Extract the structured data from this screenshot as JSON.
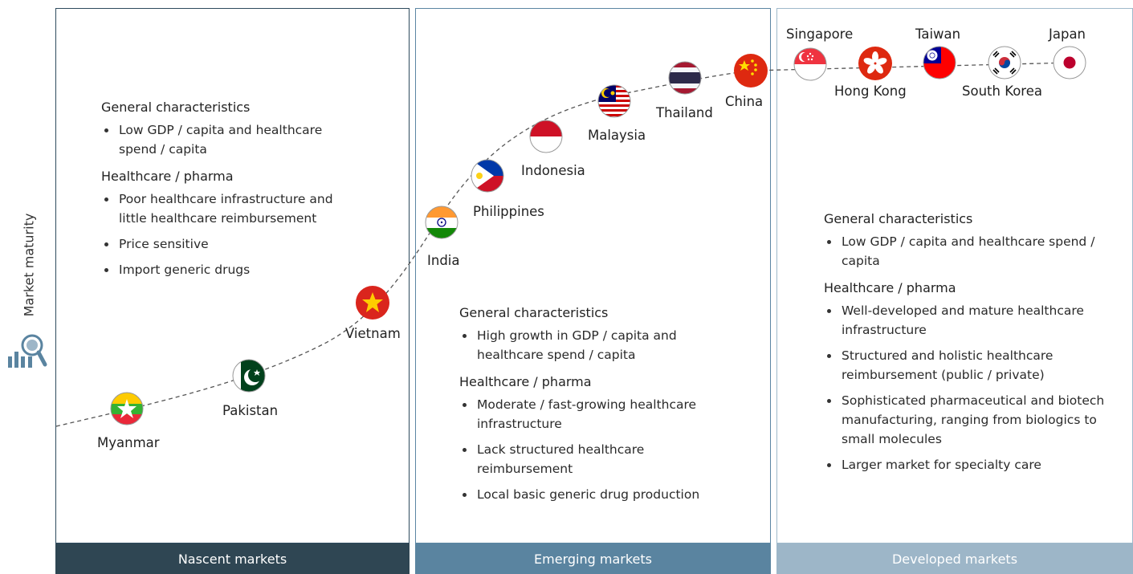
{
  "y_axis_label": "Market maturity",
  "maturity_icon": "magnifier-chart-icon",
  "panels": [
    {
      "footer": "Nascent markets",
      "general_heading": "General characteristics",
      "general_items": [
        "Low GDP / capita and healthcare spend / capita"
      ],
      "pharma_heading": "Healthcare / pharma",
      "pharma_items": [
        "Poor healthcare infrastructure and little healthcare reimbursement",
        "Price sensitive",
        "Import generic drugs"
      ]
    },
    {
      "footer": "Emerging markets",
      "general_heading": "General characteristics",
      "general_items": [
        "High growth in GDP / capita and healthcare spend / capita"
      ],
      "pharma_heading": "Healthcare / pharma",
      "pharma_items": [
        "Moderate / fast-growing healthcare infrastructure",
        "Lack structured healthcare reimbursement",
        "Local basic generic drug production"
      ]
    },
    {
      "footer": "Developed markets",
      "general_heading": "General characteristics",
      "general_items": [
        "Low GDP / capita and healthcare spend / capita"
      ],
      "pharma_heading": "Healthcare / pharma",
      "pharma_items": [
        "Well-developed and mature healthcare infrastructure",
        "Structured and holistic healthcare reimbursement (public / private)",
        "Sophisticated pharmaceutical and biotech manufacturing, ranging from biologics to small molecules",
        "Larger market for specialty care"
      ]
    }
  ],
  "countries": [
    {
      "name": "Myanmar",
      "flag": "myanmar-flag-icon"
    },
    {
      "name": "Pakistan",
      "flag": "pakistan-flag-icon"
    },
    {
      "name": "Vietnam",
      "flag": "vietnam-flag-icon"
    },
    {
      "name": "India",
      "flag": "india-flag-icon"
    },
    {
      "name": "Philippines",
      "flag": "philippines-flag-icon"
    },
    {
      "name": "Indonesia",
      "flag": "indonesia-flag-icon"
    },
    {
      "name": "Malaysia",
      "flag": "malaysia-flag-icon"
    },
    {
      "name": "Thailand",
      "flag": "thailand-flag-icon"
    },
    {
      "name": "China",
      "flag": "china-flag-icon"
    },
    {
      "name": "Singapore",
      "flag": "singapore-flag-icon"
    },
    {
      "name": "Hong Kong",
      "flag": "hong-kong-flag-icon"
    },
    {
      "name": "Taiwan",
      "flag": "taiwan-flag-icon"
    },
    {
      "name": "South Korea",
      "flag": "south-korea-flag-icon"
    },
    {
      "name": "Japan",
      "flag": "japan-flag-icon"
    }
  ],
  "colors": {
    "nascent": "#2f4653",
    "emerging": "#5a84a0",
    "developed": "#9db6c8",
    "icon": "#5a84a0"
  }
}
